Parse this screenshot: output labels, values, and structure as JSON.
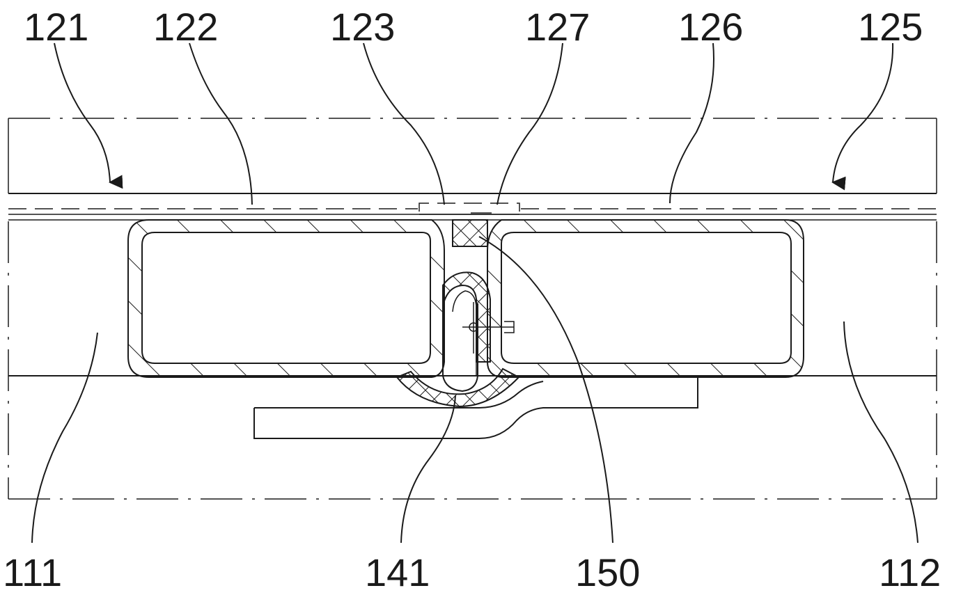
{
  "labels": {
    "l121": "121",
    "l122": "122",
    "l123": "123",
    "l127": "127",
    "l126": "126",
    "l125": "125",
    "l111": "111",
    "l141": "141",
    "l150": "150",
    "l112": "112"
  },
  "colors": {
    "line": "#1a1a1a",
    "background": "#ffffff"
  }
}
